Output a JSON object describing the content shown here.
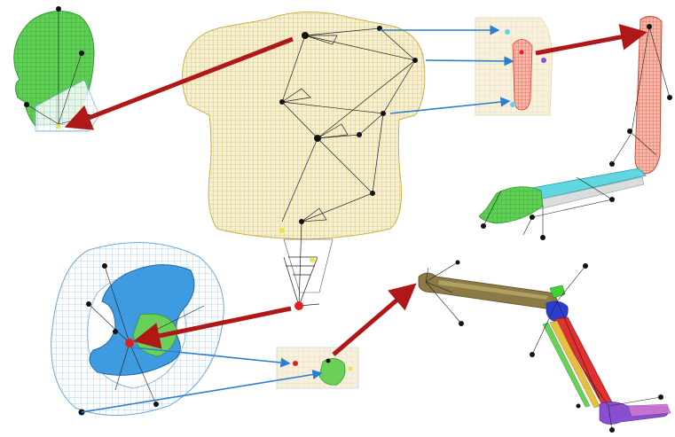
{
  "figure": {
    "panels": [
      {
        "id": "torso",
        "kind": "wireframe-mesh",
        "color": "#c9b24a"
      },
      {
        "id": "head",
        "kind": "solid-with-mesh",
        "color": "#4fbf4a"
      },
      {
        "id": "shoulder-inset",
        "kind": "mesh-inset",
        "color": "#e8a27c"
      },
      {
        "id": "arm",
        "kind": "segmented-limb",
        "colors": [
          "#e0604a",
          "#5fd6e0",
          "#7ad46a"
        ]
      },
      {
        "id": "pelvis",
        "kind": "solid-with-mesh",
        "color": "#3f9be0"
      },
      {
        "id": "hip-inset",
        "kind": "mesh-inset",
        "color": "#6ad05a"
      },
      {
        "id": "leg",
        "kind": "segmented-limb",
        "colors": [
          "#7a6a3a",
          "#2a3fd0",
          "#e03030",
          "#8a4fd0"
        ]
      }
    ],
    "arrows": {
      "mapping_color": "#b01818",
      "link_color": "#2a7fd0"
    },
    "markers": {
      "joint_color": "#111111",
      "highlight_color": "#f0e040",
      "pivot_color": "#e02020"
    }
  }
}
